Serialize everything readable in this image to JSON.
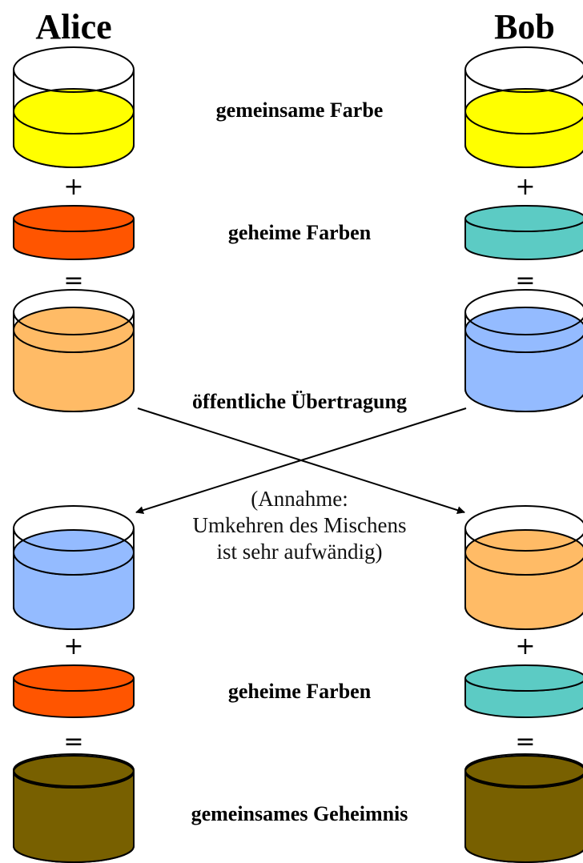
{
  "titles": {
    "left": "Alice",
    "right": "Bob"
  },
  "labels": {
    "common_color": "gemeinsame Farbe",
    "secret_colors_top": "geheime Farben",
    "public_transmission": "öffentliche Übertragung",
    "secret_colors_bottom": "geheime Farben",
    "shared_secret": "gemeinsames Geheimnis"
  },
  "note": {
    "line1": "(Annahme:",
    "line2": "Umkehren des Mischens",
    "line3": "ist sehr aufwändig)"
  },
  "operators": {
    "plus": "+",
    "equals": "="
  },
  "colors": {
    "yellow": "#ffff00",
    "orange_red": "#ff5500",
    "teal": "#5ccbc4",
    "light_orange": "#ffbb66",
    "light_blue": "#94bbff",
    "olive_brown": "#786000"
  }
}
